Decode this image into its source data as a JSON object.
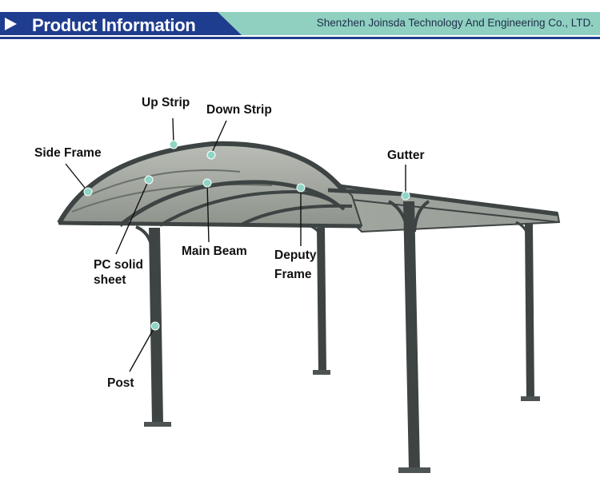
{
  "header": {
    "title": "Product Information",
    "company": "Shenzhen Joinsda Technology And Engineering Co., LTD.",
    "play_icon": "play-triangle-icon",
    "colors": {
      "primary": "#1f3d8f",
      "secondary": "#8fd0c0",
      "text_dark": "#1e2d4a"
    }
  },
  "labels": {
    "up_strip": "Up Strip",
    "down_strip": "Down Strip",
    "side_frame": "Side Frame",
    "gutter": "Gutter",
    "pc_solid_sheet_line1": "PC solid",
    "pc_solid_sheet_line2": "sheet",
    "main_beam": "Main Beam",
    "deputy_frame_line1": "Deputy",
    "deputy_frame_line2": "Frame",
    "post": "Post"
  },
  "marker_color": "#8fd6c6",
  "frame_color": "#3d4443"
}
